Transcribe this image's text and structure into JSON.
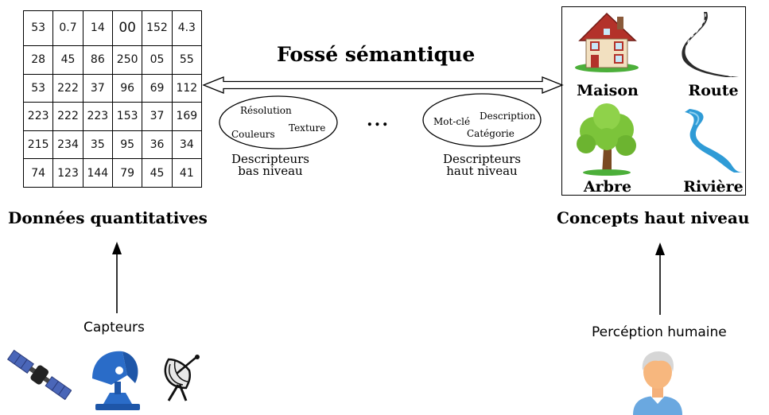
{
  "title": "Fossé sémantique",
  "matrix": [
    [
      "53",
      "0.7",
      "14",
      "00",
      "152",
      "4.3"
    ],
    [
      "28",
      "45",
      "86",
      "250",
      "05",
      "55"
    ],
    [
      "53",
      "222",
      "37",
      "96",
      "69",
      "112"
    ],
    [
      "223",
      "222",
      "223",
      "153",
      "37",
      "169"
    ],
    [
      "215",
      "234",
      "35",
      "95",
      "36",
      "34"
    ],
    [
      "74",
      "123",
      "144",
      "79",
      "45",
      "41"
    ]
  ],
  "low_level": {
    "words": [
      "Résolution",
      "Couleurs",
      "Texture"
    ],
    "caption_line1": "Descripteurs",
    "caption_line2": "bas niveau"
  },
  "ellipsis": "...",
  "high_level": {
    "words": [
      "Mot-clé",
      "Description",
      "Catégorie"
    ],
    "caption_line1": "Descripteurs",
    "caption_line2": "haut niveau"
  },
  "concepts": {
    "maison": "Maison",
    "route": "Route",
    "arbre": "Arbre",
    "riviere": "Rivière"
  },
  "left_heading": "Données quantitatives",
  "right_heading": "Concepts haut niveau",
  "sensors_label": "Capteurs",
  "perception_label": "Percéption humaine",
  "icons": [
    "satellite-icon",
    "radar-dish-icon",
    "satellite-dish-icon",
    "house-icon",
    "road-icon",
    "tree-icon",
    "river-icon",
    "person-icon"
  ]
}
